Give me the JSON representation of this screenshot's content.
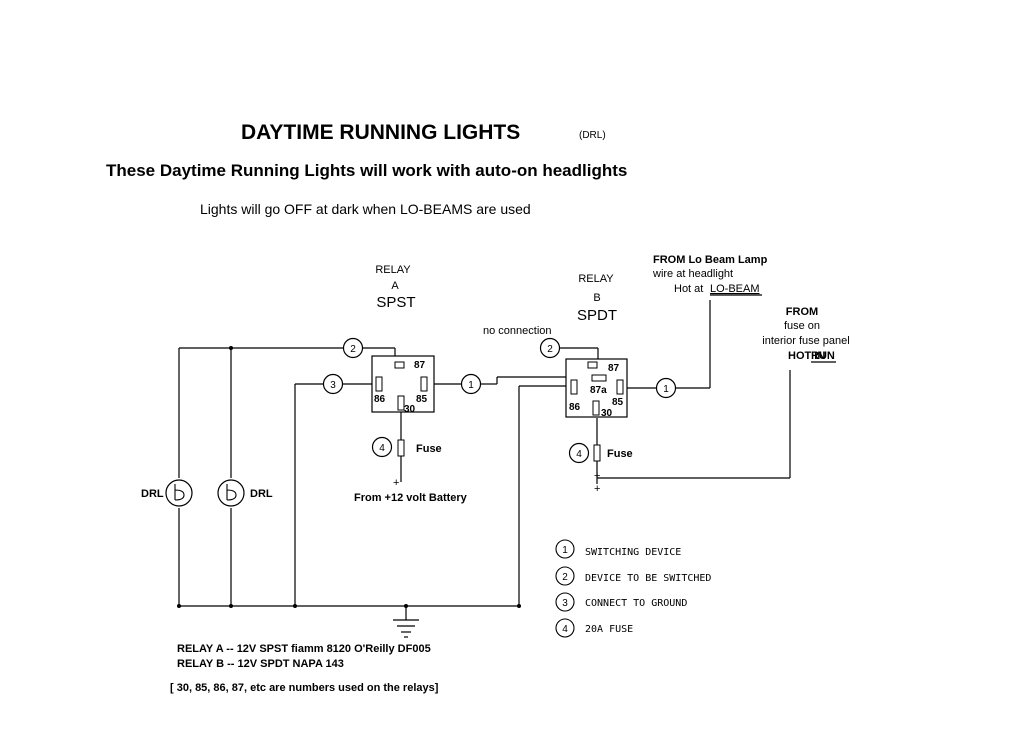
{
  "title": {
    "main": "DAYTIME RUNNING LIGHTS",
    "abbr": "(DRL)",
    "subtitle": "These Daytime Running Lights will work with auto-on headlights",
    "note": "Lights will go OFF at dark when LO-BEAMS are used"
  },
  "relay_a": {
    "word": "RELAY",
    "letter": "A",
    "type": "SPST",
    "pins": {
      "p87": "87",
      "p86": "86",
      "p85": "85",
      "p30": "30"
    },
    "fuse_label": "Fuse",
    "source_label": "From +12 volt Battery"
  },
  "relay_b": {
    "word": "RELAY",
    "letter": "B",
    "type": "SPDT",
    "pins": {
      "p87": "87",
      "p87a": "87a",
      "p86": "86",
      "p85": "85",
      "p30": "30"
    },
    "fuse_label": "Fuse",
    "no_connection": "no connection"
  },
  "from_lo_beam": {
    "line1": "FROM Lo Beam Lamp",
    "line2": "wire at headlight",
    "line3_prefix": "Hot at ",
    "line3_underlined": "LO-BEAM"
  },
  "from_fuse": {
    "line1": "FROM",
    "line2": "fuse on",
    "line3": "interior fuse panel",
    "line4_prefix": "HOT IN ",
    "line4_underlined": "RUN"
  },
  "lamps": {
    "left": "DRL",
    "right": "DRL"
  },
  "markers": {
    "m1": "1",
    "m2": "2",
    "m3": "3",
    "m4": "4"
  },
  "plus": "+",
  "legend": [
    {
      "num": "1",
      "text": "SWITCHING DEVICE"
    },
    {
      "num": "2",
      "text": "DEVICE TO BE SWITCHED"
    },
    {
      "num": "3",
      "text": "CONNECT TO GROUND"
    },
    {
      "num": "4",
      "text": "20A FUSE"
    }
  ],
  "parts": {
    "relay_a": "RELAY A -- 12V SPST fiamm 8120 O'Reilly DF005",
    "relay_b": "RELAY B -- 12V SPDT NAPA 143",
    "footnote": "[ 30, 85, 86, 87, etc are numbers used on the relays]"
  }
}
